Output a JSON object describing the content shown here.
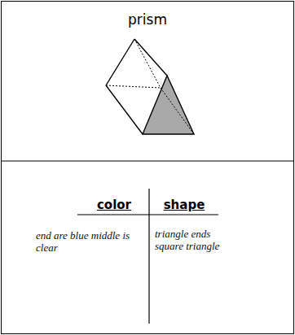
{
  "diagram": {
    "nodes": [
      {
        "text": [
          "prism"
        ]
      }
    ],
    "labels": [
      "color",
      "shape",
      "end are blue middle is clear",
      "triangle ends square triangle"
    ]
  }
}
